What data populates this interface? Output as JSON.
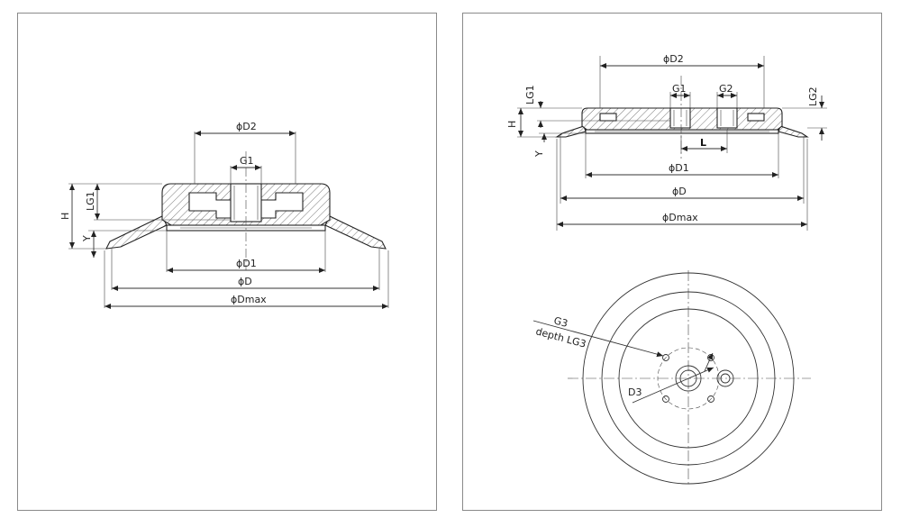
{
  "left_view": {
    "labels": {
      "d2": "ϕD2",
      "g1": "G1",
      "lg1": "LG1",
      "h": "H",
      "y": "Y",
      "d1": "ϕD1",
      "d": "ϕD",
      "dmax": "ϕDmax"
    }
  },
  "right_view": {
    "labels": {
      "d2": "ϕD2",
      "g1": "G1",
      "g2": "G2",
      "lg1": "LG1",
      "lg2": "LG2",
      "h": "H",
      "y": "Y",
      "l": "L",
      "d1": "ϕD1",
      "d": "ϕD",
      "dmax": "ϕDmax",
      "g3": "G3",
      "depth_lg3": "depth LG3",
      "d3": "D3"
    }
  }
}
